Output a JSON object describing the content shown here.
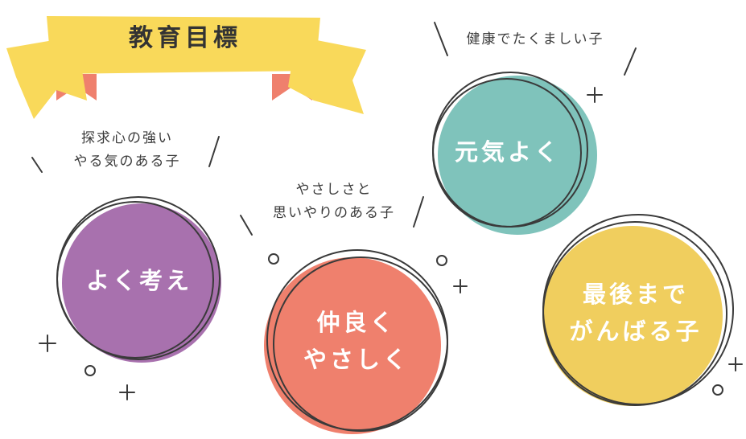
{
  "banner": {
    "title": "教育目標",
    "ribbon_color": "#f9d95a",
    "tail_color": "#ef806d"
  },
  "goals": [
    {
      "title_lines": [
        "よく考え"
      ],
      "caption_lines": [
        "探求心の強い",
        "やる気のある子"
      ],
      "color": "#a871ae"
    },
    {
      "title_lines": [
        "仲良く",
        "やさしく"
      ],
      "caption_lines": [
        "やさしさと",
        "思いやりのある子"
      ],
      "color": "#ef806d"
    },
    {
      "title_lines": [
        "元気よく"
      ],
      "caption_lines": [
        "健康でたくましい子"
      ],
      "color": "#7fc3bb"
    },
    {
      "title_lines": [
        "最後まで",
        "がんばる子"
      ],
      "caption_lines": [],
      "color": "#f0ce5e"
    }
  ],
  "line_color": "#3a3a3a"
}
